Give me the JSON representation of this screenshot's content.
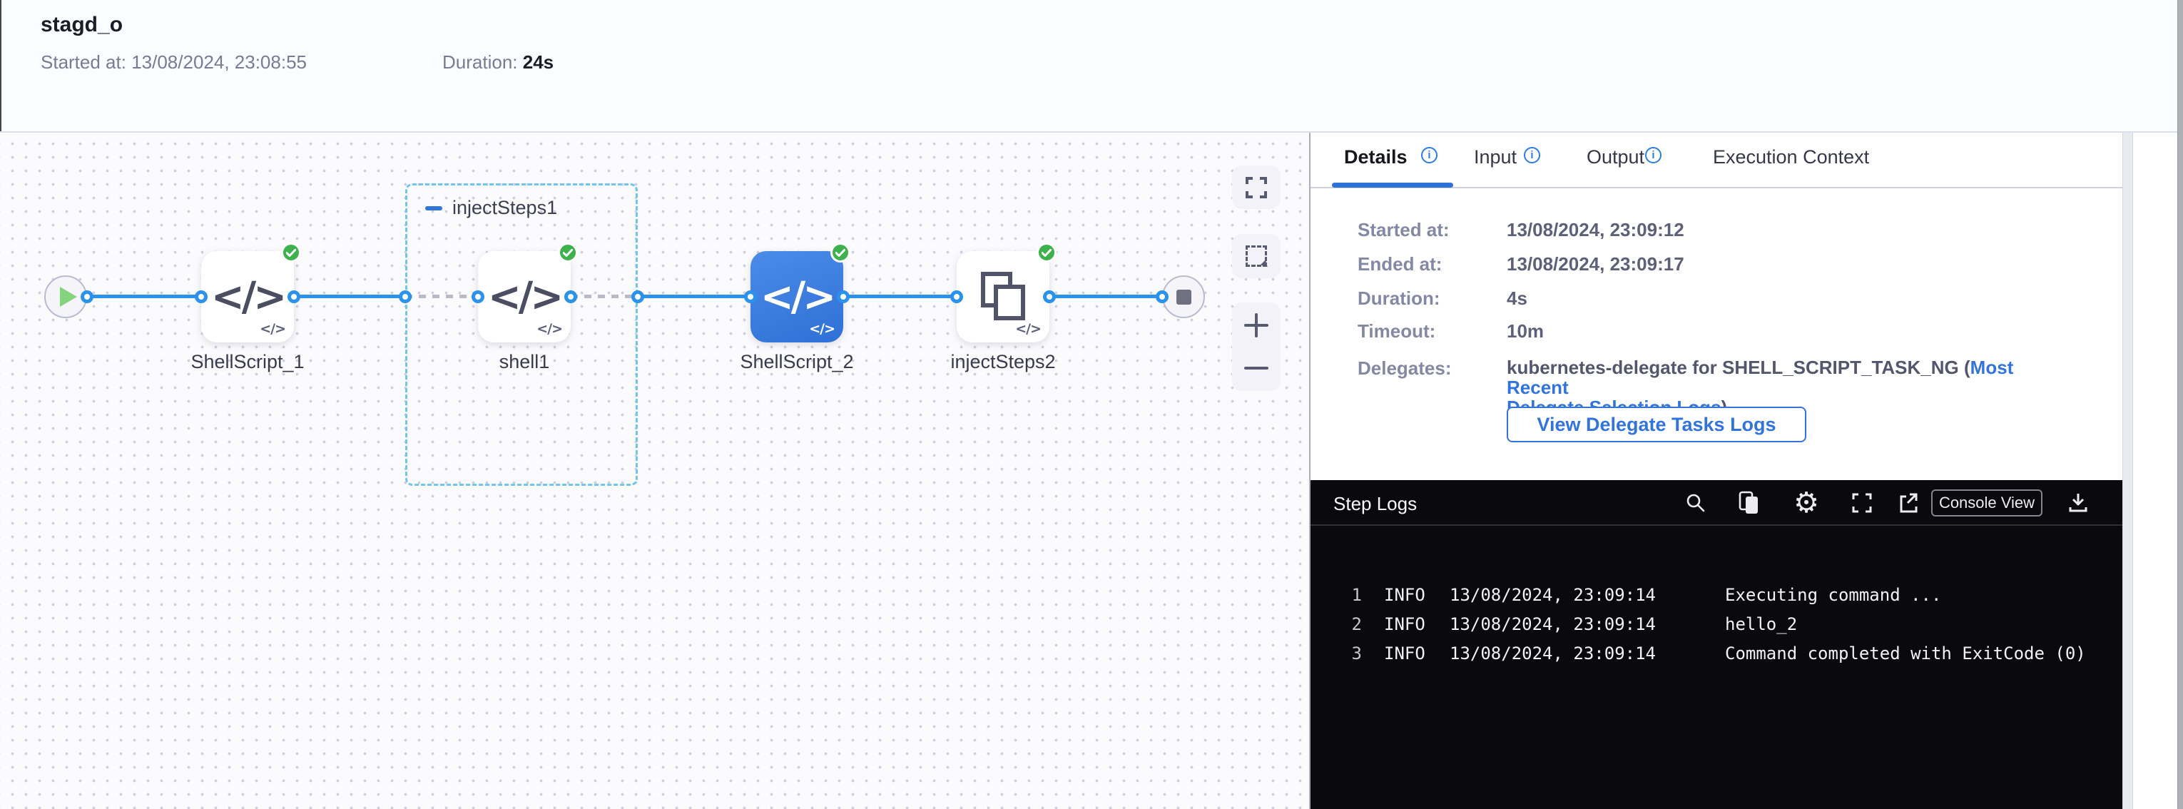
{
  "header": {
    "title": "stagd_o",
    "started_label": "Started at:",
    "started_value": "13/08/2024, 23:08:55",
    "duration_label": "Duration:",
    "duration_value": "24s"
  },
  "canvas": {
    "code_glyph": "</>",
    "group": {
      "label": "injectSteps1"
    },
    "nodes": [
      {
        "label": "ShellScript_1",
        "status": "success"
      },
      {
        "label": "shell1",
        "status": "success"
      },
      {
        "label": "ShellScript_2",
        "status": "success",
        "selected": true
      },
      {
        "label": "injectSteps2",
        "status": "success"
      }
    ]
  },
  "panel": {
    "tabs": [
      {
        "label": "Details",
        "active": true
      },
      {
        "label": "Input"
      },
      {
        "label": "Output"
      },
      {
        "label": "Execution Context"
      }
    ],
    "details": {
      "rows": [
        {
          "label": "Started at:",
          "value": "13/08/2024, 23:09:12"
        },
        {
          "label": "Ended at:",
          "value": "13/08/2024, 23:09:17"
        },
        {
          "label": "Duration:",
          "value": "4s"
        },
        {
          "label": "Timeout:",
          "value": "10m"
        }
      ],
      "delegates_label": "Delegates:",
      "delegates_prefix": "kubernetes-delegate for SHELL_SCRIPT_TASK_NG (",
      "delegates_link_line1": "Most Recent",
      "delegates_link_line2": "Delegate Selection Logs",
      "delegates_suffix": ")",
      "button_label": "View Delegate Tasks Logs"
    }
  },
  "logs": {
    "title": "Step Logs",
    "console_view_label": "Console View",
    "lines": [
      {
        "num": "1",
        "level": "INFO",
        "timestamp": "13/08/2024, 23:09:14",
        "message": "Executing command ..."
      },
      {
        "num": "2",
        "level": "INFO",
        "timestamp": "13/08/2024, 23:09:14",
        "message": "hello_2"
      },
      {
        "num": "3",
        "level": "INFO",
        "timestamp": "13/08/2024, 23:09:14",
        "message": "Command completed with ExitCode (0)"
      }
    ]
  },
  "colors": {
    "accent_blue": "#2e72d8",
    "edge_blue": "#2b92ec",
    "success_green": "#3cb14c",
    "link_blue": "#3274dc",
    "selected_node_blue": "#3b7de2",
    "log_background": "#0a0a0e"
  }
}
